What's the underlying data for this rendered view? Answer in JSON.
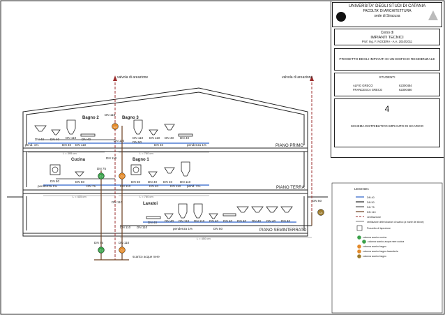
{
  "title_block": {
    "university": "UNIVERSITA' DEGLI STUDI DI CATANIA",
    "faculty": "FACOLTA' DI ARCHITETTURA",
    "seat": "sede di Siracusa",
    "course_label": "Corso di",
    "course_name": "IMPIANTI TECNICI",
    "professor": "Prof. Ing. F. NOCERA - A.A. 2010/2011",
    "project": "PROGETTO DEGLI IMPIANTI DI UN EDIFICIO RESIDENZIALE",
    "students_label": "STUDENTI",
    "students": [
      {
        "name": "ALFIO GRECO",
        "id": "62300484"
      },
      {
        "name": "FRANCESCA GRECO",
        "id": "62300480"
      }
    ],
    "sheet_number": "4",
    "sheet_title": "SCHEMA DISTRIBUTIVO IMPIANTO DI SCARICO"
  },
  "drawing": {
    "vent_left": "valvola di areazione",
    "vent_right": "valvola di areazione",
    "floors": {
      "first": "PIANO PRIMO",
      "ground": "PIANO TERRA",
      "basement": "PIANO SEMINTERRATO"
    },
    "rooms": {
      "bath2": "Bagno 2",
      "bath3": "Bagno 3",
      "kitchen": "Cucina",
      "bath1": "Bagno 1",
      "washroom": "Lavatoi"
    },
    "slope": "pendenza 1%",
    "slope_short": "pend. 1%",
    "sewer": "scarico acque nere",
    "dn40": "DN 40",
    "dn50": "DN 50",
    "dn75": "DN 75",
    "dn110": "DN 110",
    "dims": {
      "first_left": "L = 395 cm",
      "first_right": "L = 760 cm",
      "ground_left": "L = 435 cm",
      "ground_right": "L = 760 cm",
      "basement": "L = 450 cm"
    },
    "markers": {
      "c1": "C1",
      "c2": "C2",
      "c3": "C3",
      "c4": "C4",
      "c5": "C5"
    }
  },
  "legend": {
    "title": "LEGENDA",
    "pipes": [
      {
        "label": "DN 40",
        "color": "#2a62c9"
      },
      {
        "label": "DN 50",
        "color": "#222222"
      },
      {
        "label": "DN 75",
        "color": "#555555"
      },
      {
        "label": "DN 110",
        "color": "#6b3e1e"
      },
      {
        "label": "ventilazione",
        "color": "#8a2a2a"
      }
    ],
    "note": "ventilazione delle tubazioni di scarico (a monte del sifone)",
    "trap": "Pozzetto di ispezione",
    "items": [
      "colonna scarico cucina",
      "colonna scarico acque nere cucina",
      "colonna scarico bagno",
      "colonna scarico bagno-lavanderia",
      "colonna scarico bagno"
    ]
  },
  "colors": {
    "dn40": "#2a62c9",
    "dn50": "#1f1f1f",
    "dn110": "#6b3e1e",
    "vent": "#9b2d2d",
    "marker_green": "#3aa14a",
    "marker_orange": "#e38a2a",
    "marker_olive": "#9c7a2b"
  }
}
